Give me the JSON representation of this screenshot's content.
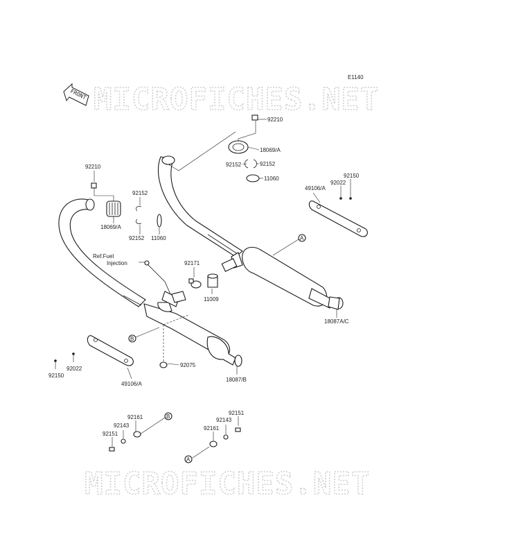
{
  "diagram_code": "E1140",
  "front_arrow_text": "FRONT",
  "watermark_text": "MICROFICHES.NET",
  "ref_note": {
    "line1": "Ref.Fuel",
    "line2": "Injection"
  },
  "callouts": {
    "a": "A",
    "b": "B"
  },
  "labels": {
    "p92210_right": "92210",
    "p18069a_right": "18069/A",
    "p92152_right_a": "92152",
    "p92152_right_b": "92152",
    "p11060_right": "11060",
    "p92150_right": "92150",
    "p92022_right": "92022",
    "p49106a_right": "49106/A",
    "p92210_left": "92210",
    "p18069a_left": "18069/A",
    "p92152_left_a": "92152",
    "p92152_left_b": "92152",
    "p11060_left": "11060",
    "p92171": "92171",
    "p11009": "11009",
    "p18087ac": "18087A/C",
    "p92150_left": "92150",
    "p92022_left": "92022",
    "p49106a_left": "49106/A",
    "p92075": "92075",
    "p18087b": "18087/B",
    "p92161_left": "92161",
    "p92143_left": "92143",
    "p92151_left": "92151",
    "p92161_right": "92161",
    "p92143_right": "92143",
    "p92151_right": "92151"
  }
}
